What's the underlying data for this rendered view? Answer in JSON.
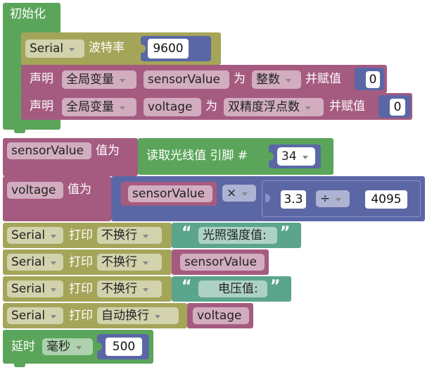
{
  "init_block": {
    "title": "初始化",
    "serial_baud": {
      "serial": "Serial",
      "label": "波特率",
      "value": "9600"
    },
    "declare_sensor": {
      "label": "声明",
      "scope": "全局变量",
      "var": "sensorValue",
      "as": "为",
      "type": "整数",
      "init_label": "并赋值",
      "value": "0"
    },
    "declare_voltage": {
      "label": "声明",
      "scope": "全局变量",
      "var": "voltage",
      "as": "为",
      "type": "双精度浮点数",
      "init_label": "并赋值",
      "value": "0"
    }
  },
  "assign_sensor": {
    "var": "sensorValue",
    "label": "值为",
    "read_label": "读取光线值 引脚 #",
    "pin": "34"
  },
  "assign_voltage": {
    "var": "voltage",
    "label": "值为",
    "operand": "sensorValue",
    "op_mul": "×",
    "num_a": "3.3",
    "op_div": "÷",
    "num_b": "4095"
  },
  "print_rows": [
    {
      "serial": "Serial",
      "label": "打印",
      "mode": "不换行",
      "text": "光照强度值:"
    },
    {
      "serial": "Serial",
      "label": "打印",
      "mode": "不换行",
      "value": "sensorValue"
    },
    {
      "serial": "Serial",
      "label": "打印",
      "mode": "不换行",
      "text": "电压值:"
    },
    {
      "serial": "Serial",
      "label": "打印",
      "mode": "自动换行",
      "value": "voltage"
    }
  ],
  "delay": {
    "label": "延时",
    "unit": "毫秒",
    "value": "500"
  },
  "colors": {
    "control_green": "#5ba55b",
    "serial_olive": "#a5a55a",
    "variable_pink": "#a55b80",
    "math_blue": "#5b67a5",
    "text_teal": "#5ba58c"
  }
}
